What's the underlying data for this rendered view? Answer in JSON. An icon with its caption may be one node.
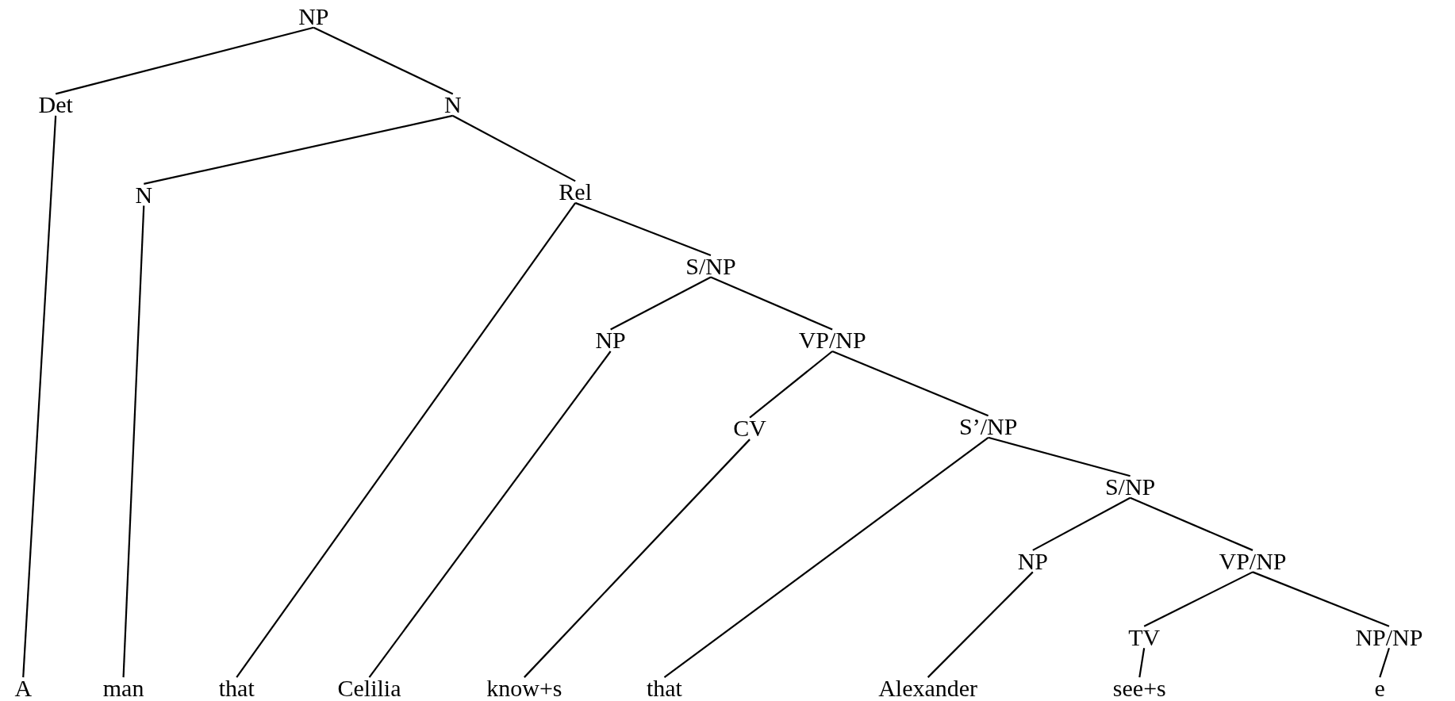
{
  "diagram": {
    "nodes": [
      {
        "text": [
          "NP"
        ]
      },
      {
        "text": [
          "Det"
        ]
      },
      {
        "text": [
          "N"
        ]
      },
      {
        "text": [
          "N"
        ]
      },
      {
        "text": [
          "Rel"
        ]
      },
      {
        "text": [
          "S/NP"
        ]
      },
      {
        "text": [
          "NP"
        ]
      },
      {
        "text": [
          "VP/NP"
        ]
      },
      {
        "text": [
          "CV"
        ]
      },
      {
        "text": [
          "S’/NP"
        ]
      },
      {
        "text": [
          "S/NP"
        ]
      },
      {
        "text": [
          "NP"
        ]
      },
      {
        "text": [
          "VP/NP"
        ]
      },
      {
        "text": [
          "TV"
        ]
      },
      {
        "text": [
          "NP/NP"
        ]
      },
      {
        "text": [
          "A"
        ]
      },
      {
        "text": [
          "man"
        ]
      },
      {
        "text": [
          "that"
        ]
      },
      {
        "text": [
          "Celilia"
        ]
      },
      {
        "text": [
          "know+s"
        ]
      },
      {
        "text": [
          "that"
        ]
      },
      {
        "text": [
          "Alexander"
        ]
      },
      {
        "text": [
          "see+s"
        ]
      },
      {
        "text": [
          "e"
        ]
      }
    ],
    "edges": [
      {
        "from": 0,
        "to": 1,
        "arrow": "none"
      },
      {
        "from": 0,
        "to": 2,
        "arrow": "none"
      },
      {
        "from": 1,
        "to": 15,
        "arrow": "none"
      },
      {
        "from": 2,
        "to": 3,
        "arrow": "none"
      },
      {
        "from": 2,
        "to": 4,
        "arrow": "none"
      },
      {
        "from": 3,
        "to": 16,
        "arrow": "none"
      },
      {
        "from": 4,
        "to": 17,
        "arrow": "none"
      },
      {
        "from": 4,
        "to": 5,
        "arrow": "none"
      },
      {
        "from": 5,
        "to": 6,
        "arrow": "none"
      },
      {
        "from": 5,
        "to": 7,
        "arrow": "none"
      },
      {
        "from": 6,
        "to": 18,
        "arrow": "none"
      },
      {
        "from": 7,
        "to": 8,
        "arrow": "none"
      },
      {
        "from": 7,
        "to": 9,
        "arrow": "none"
      },
      {
        "from": 8,
        "to": 19,
        "arrow": "none"
      },
      {
        "from": 9,
        "to": 20,
        "arrow": "none"
      },
      {
        "from": 9,
        "to": 10,
        "arrow": "none"
      },
      {
        "from": 10,
        "to": 11,
        "arrow": "none"
      },
      {
        "from": 10,
        "to": 12,
        "arrow": "none"
      },
      {
        "from": 11,
        "to": 21,
        "arrow": "none"
      },
      {
        "from": 12,
        "to": 13,
        "arrow": "none"
      },
      {
        "from": 12,
        "to": 14,
        "arrow": "none"
      },
      {
        "from": 13,
        "to": 22,
        "arrow": "none"
      },
      {
        "from": 14,
        "to": 23,
        "arrow": "none"
      }
    ]
  }
}
